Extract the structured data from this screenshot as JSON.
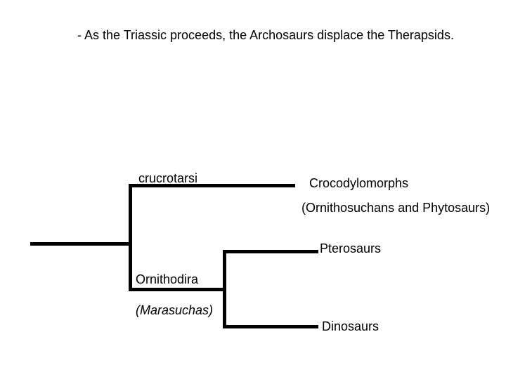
{
  "slide": {
    "title": "- As the Triassic proceeds, the Archosaurs displace the Therapsids.",
    "colors": {
      "background": "#ffffff",
      "line": "#000000",
      "text": "#000000"
    }
  },
  "tree": {
    "type": "cladogram",
    "root_clade": "Archosaurs (unlabeled root line)",
    "clades": {
      "crurotarsi_label": "crucrotarsi",
      "ornithodira_label": "Ornithodira",
      "ornithodira_note": "(Marasuchas)"
    },
    "taxa": {
      "crocodylomorphs": "Crocodylomorphs",
      "crocodylomorphs_note": "(Ornithosuchans and Phytosaurs)",
      "pterosaurs": "Pterosaurs",
      "dinosaurs": "Dinosaurs"
    },
    "topology": [
      "root -> crucrotarsi -> Crocodylomorphs (Ornithosuchans and Phytosaurs)",
      "root -> Ornithodira (Marasuchas) -> Pterosaurs",
      "root -> Ornithodira (Marasuchas) -> Dinosaurs"
    ]
  }
}
